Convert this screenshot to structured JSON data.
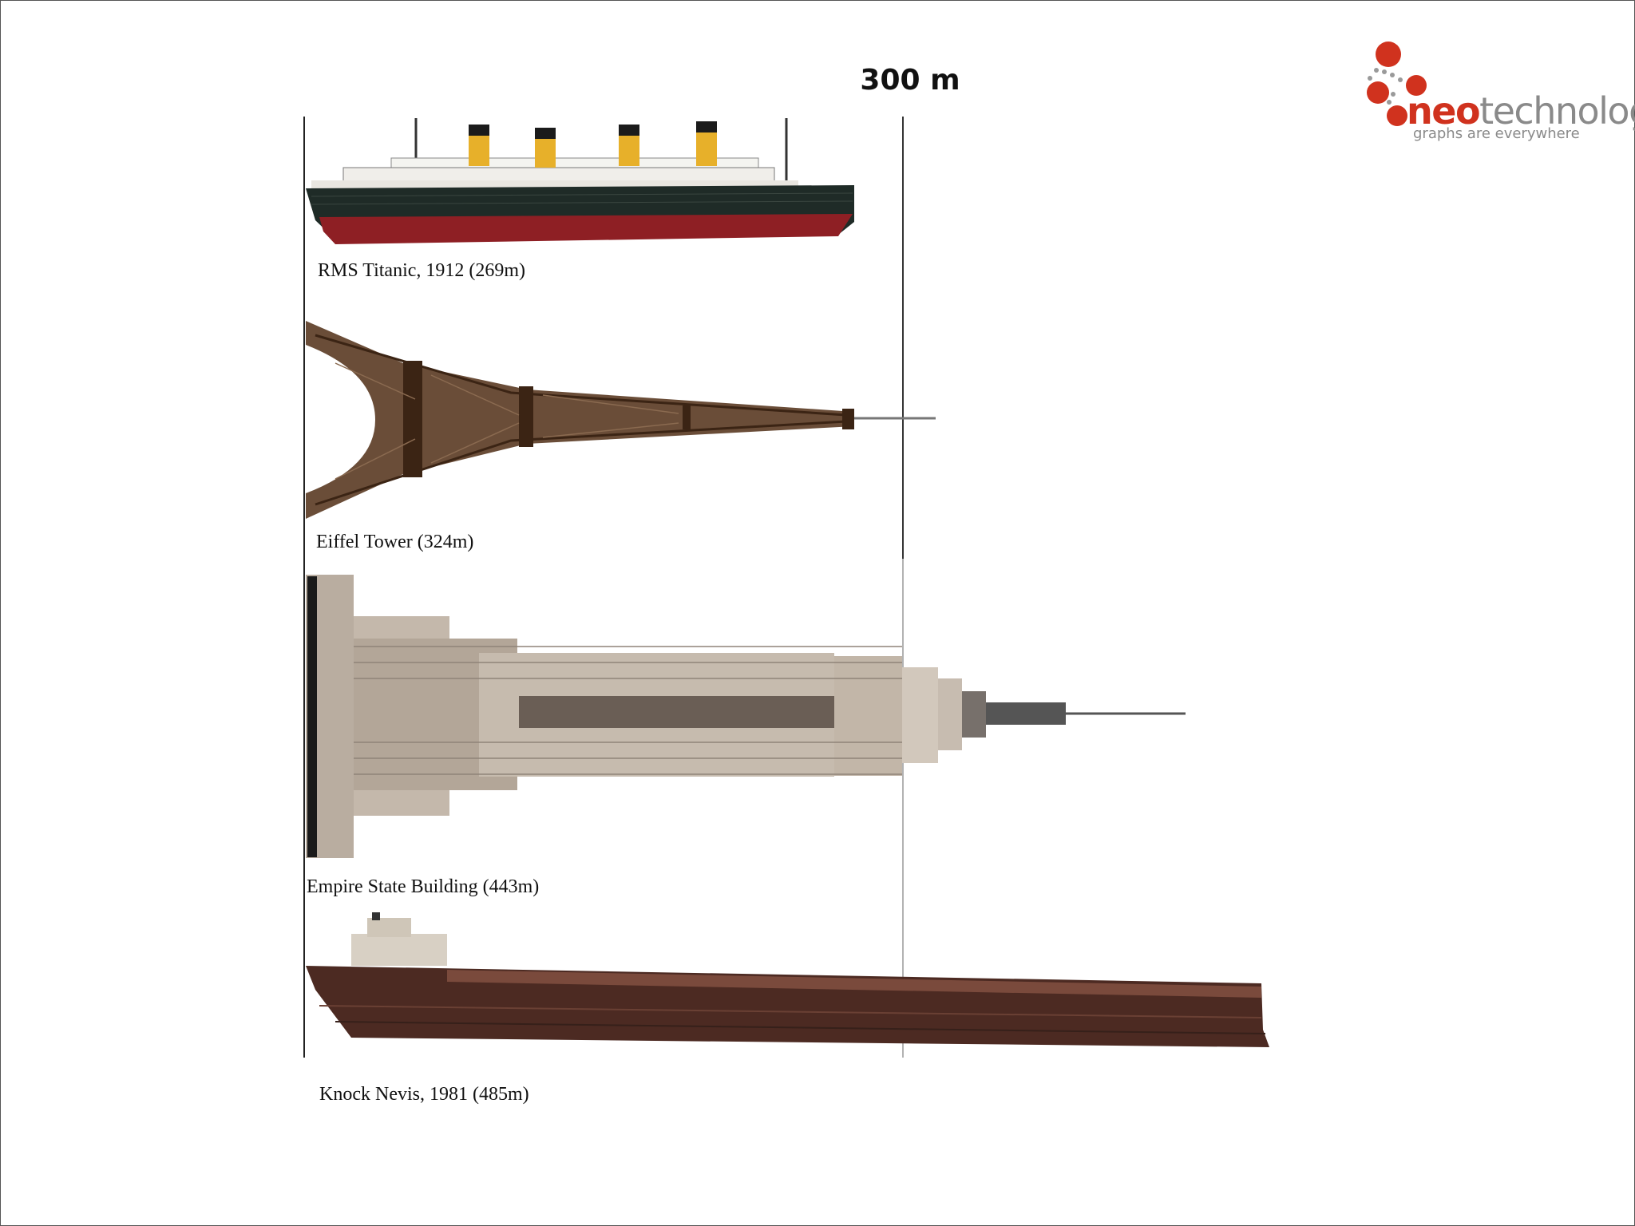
{
  "scale_title": "300 m",
  "objects": [
    {
      "label": "RMS Titanic, 1912 (269m)",
      "length_m": 269
    },
    {
      "label": "Eiffel Tower (324m)",
      "length_m": 324
    },
    {
      "label": "Empire State Building (443m)",
      "length_m": 443
    },
    {
      "label": "Knock Nevis, 1981 (485m)",
      "length_m": 485
    }
  ],
  "logo": {
    "word_neo": "neo",
    "word_tech": "technology",
    "tagline": "graphs are everywhere"
  },
  "colors": {
    "logo_red": "#d0321e",
    "logo_grey": "#8a8a8a",
    "titanic_hull": "#1f2b27",
    "titanic_waterline": "#8e1f24",
    "funnel_yellow": "#e7b02a",
    "eiffel_iron": "#5a3a22",
    "empire_stone": "#b9ada0",
    "tanker_hull": "#4c2a22"
  }
}
